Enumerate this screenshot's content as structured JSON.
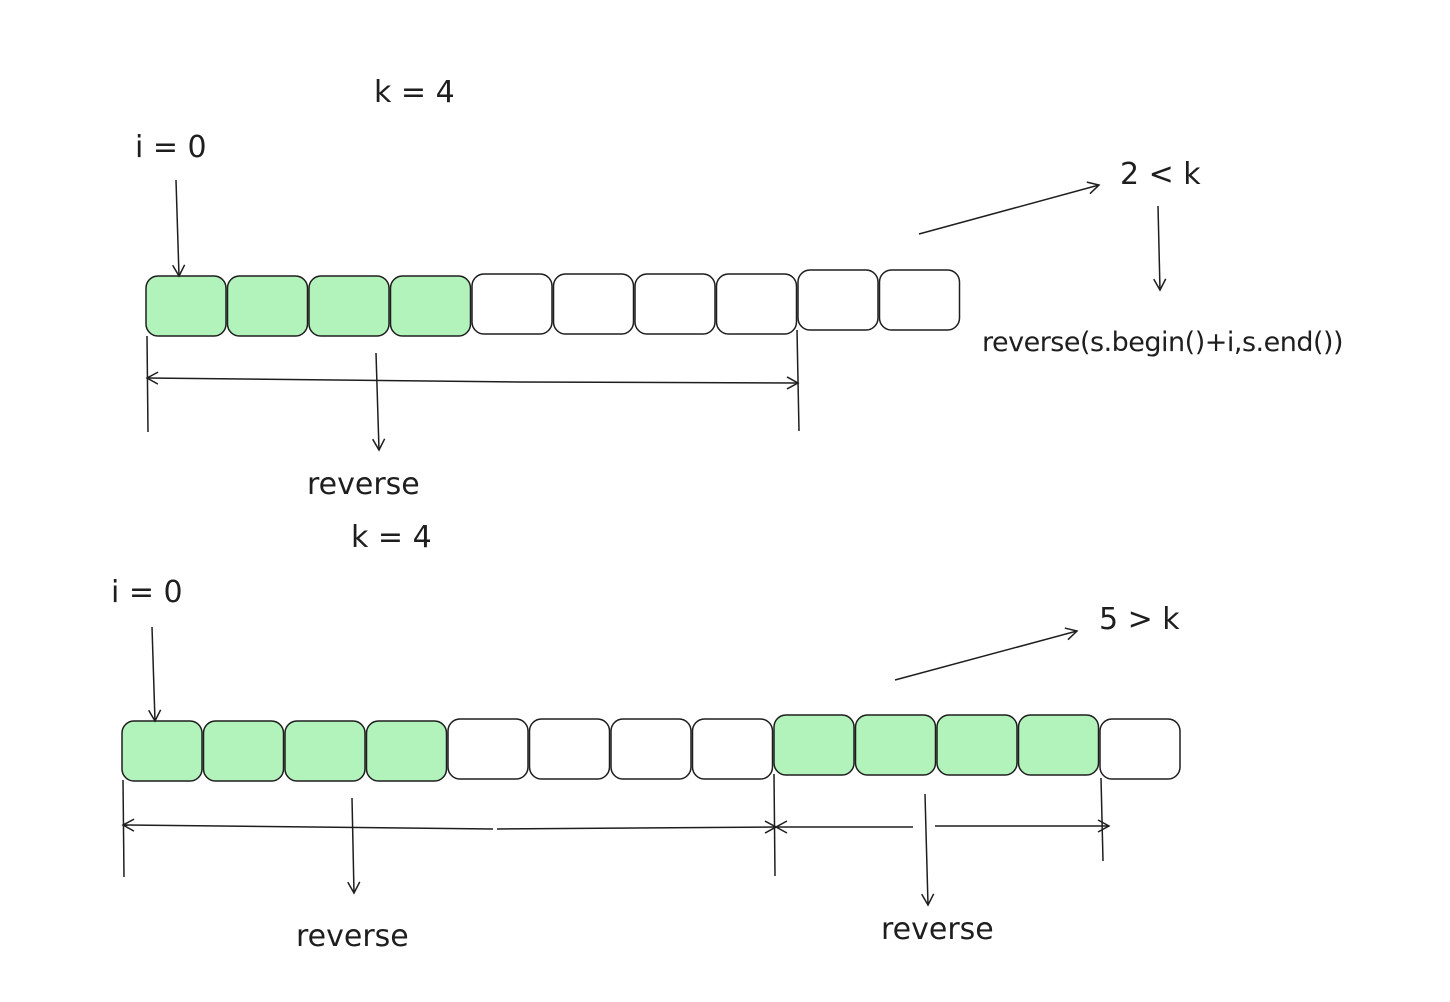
{
  "colors": {
    "filled": "#b2f2bb",
    "empty": "#ffffff",
    "stroke": "#1e1e1e"
  },
  "diagram1": {
    "k_label": "k = 4",
    "i_label": "i = 0",
    "cells": [
      true,
      true,
      true,
      true,
      false,
      false,
      false,
      false,
      false,
      false
    ],
    "compare_label": "2 < k",
    "code_label": "reverse(s.begin()+i,s.end())",
    "reverse_label": "reverse"
  },
  "diagram2": {
    "k_label": "k = 4",
    "i_label": "i = 0",
    "cells": [
      true,
      true,
      true,
      true,
      false,
      false,
      false,
      false,
      true,
      true,
      true,
      true,
      false
    ],
    "compare_label": "5 > k",
    "reverse_label_1": "reverse",
    "reverse_label_2": "reverse"
  }
}
